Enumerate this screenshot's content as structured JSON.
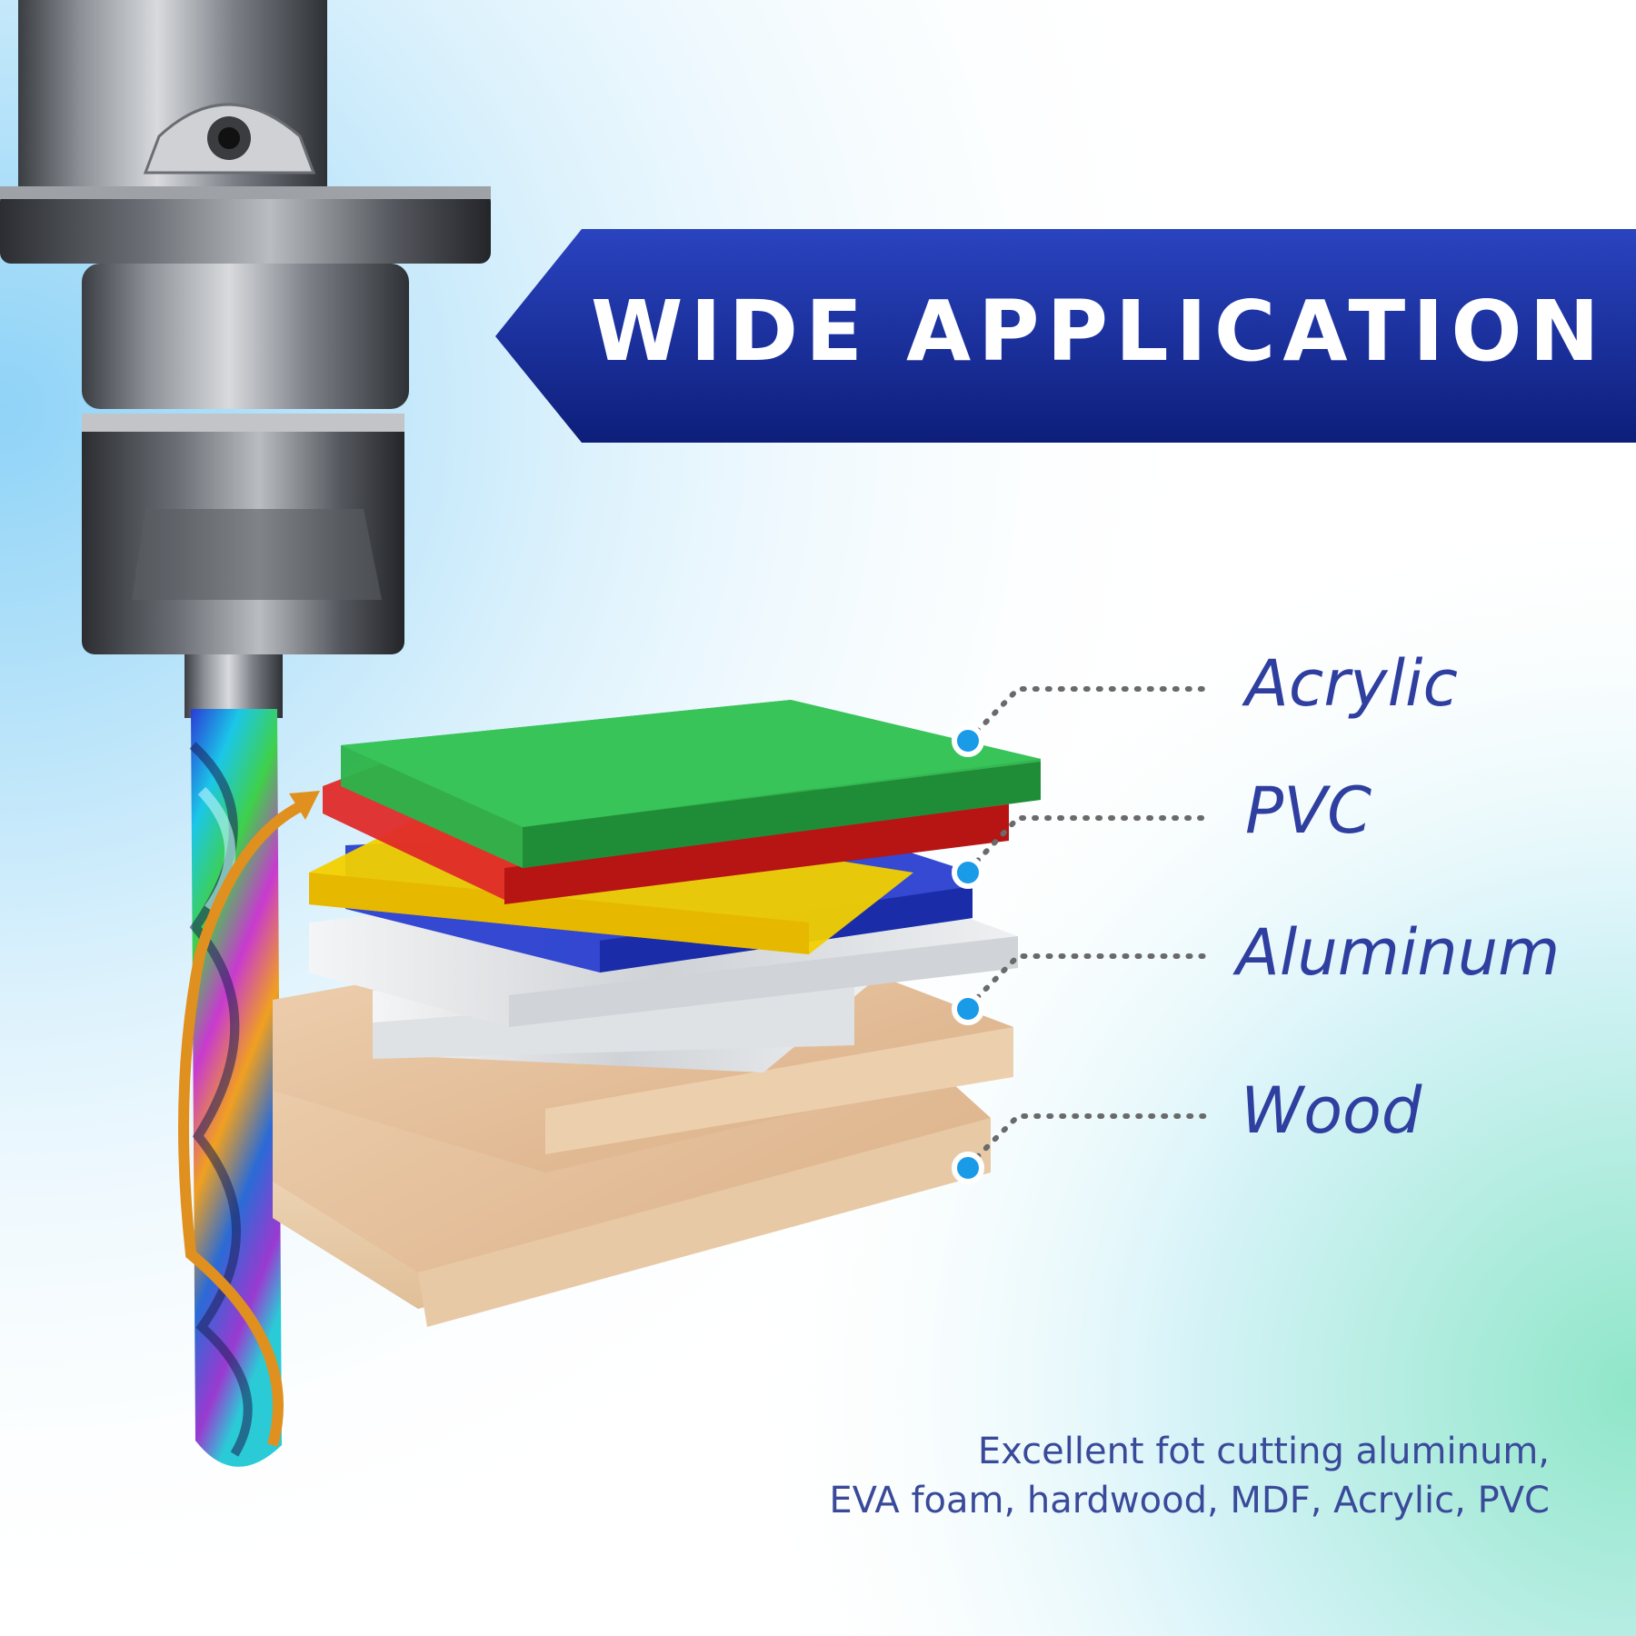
{
  "banner": {
    "title": "WIDE APPLICATION"
  },
  "materials": [
    {
      "label": "Acrylic"
    },
    {
      "label": "PVC"
    },
    {
      "label": "Aluminum"
    },
    {
      "label": "Wood"
    }
  ],
  "caption": {
    "line1": "Excellent fot cutting aluminum,",
    "line2": "EVA foam, hardwood, MDF, Acrylic, PVC"
  },
  "colors": {
    "banner": "#1a2f9a",
    "label": "#2f3fa0",
    "callout_dot": "#1a9be8",
    "acrylic": "#2db34a",
    "pvc": "#e02a2a",
    "yellow": "#f2d000",
    "blue": "#2a3fd0",
    "aluminum": "#e6e8ea",
    "wood": "#e6c4a0",
    "arrow": "#e0901e"
  },
  "icons": [
    "spindle-holder-icon",
    "end-mill-bit-icon",
    "rotation-arrow-icon"
  ]
}
